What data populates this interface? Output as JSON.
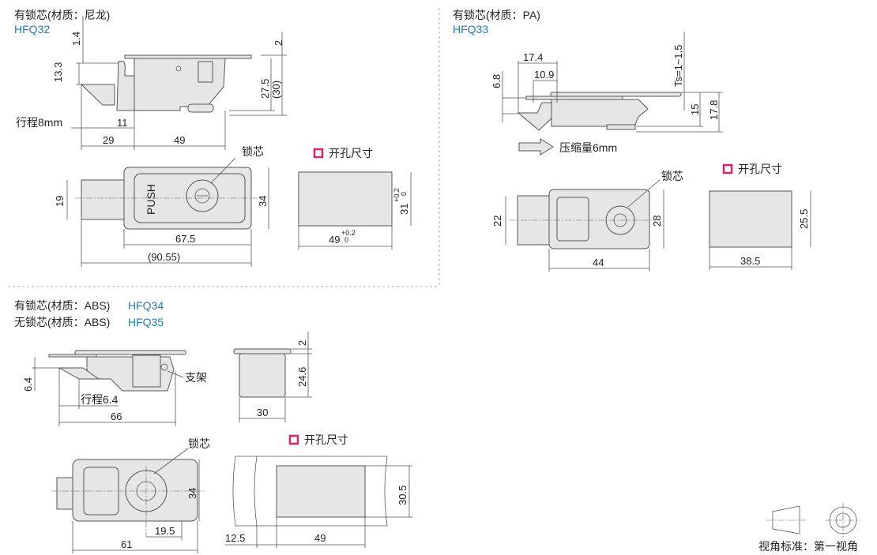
{
  "hfq32": {
    "title": "有锁芯(材质：尼龙)",
    "model": "HFQ32",
    "dims": {
      "d1_4": "1.4",
      "d2": "2",
      "d13_3": "13.3",
      "d27_5": "27.5",
      "d30": "(30)",
      "stroke": "行程8mm",
      "d11": "11",
      "d29": "29",
      "d49": "49",
      "d19": "19",
      "d34": "34",
      "d67_5": "67.5",
      "d90_55": "(90.55)"
    },
    "lock_label": "锁芯",
    "push_label": "PUSH",
    "cutout": {
      "label": "开孔尺寸",
      "width": "49",
      "height": "31",
      "tol_plus": "+0.2",
      "tol_zero": "0"
    }
  },
  "hfq33": {
    "title": "有锁芯(材质：PA)",
    "model": "HFQ33",
    "dims": {
      "d17_4": "17.4",
      "d10_9": "10.9",
      "d6_8": "6.8",
      "ts": "Ts=1~1.5",
      "d15": "15",
      "d17_8": "17.8",
      "d22": "22",
      "d28": "28",
      "d44": "44"
    },
    "compression": "压缩量6mm",
    "lock_label": "锁芯",
    "cutout": {
      "label": "开孔尺寸",
      "height": "25.5",
      "width": "38.5"
    }
  },
  "hfq34": {
    "title1": "有锁芯(材质：ABS)",
    "model1": "HFQ34",
    "title2": "无锁芯(材质：ABS)",
    "model2": "HFQ35",
    "dims": {
      "d6_4": "6.4",
      "stroke": "行程6.4",
      "d66": "66",
      "d2": "2",
      "d24_6": "24.6",
      "d30": "30",
      "d34": "34",
      "d19_5": "19.5",
      "d61": "61"
    },
    "bracket_label": "支架",
    "lock_label": "锁芯",
    "cutout": {
      "label": "开孔尺寸",
      "height": "30.5",
      "offset": "12.5",
      "width": "49"
    }
  },
  "legend": {
    "label": "视角标准：第一视角"
  }
}
